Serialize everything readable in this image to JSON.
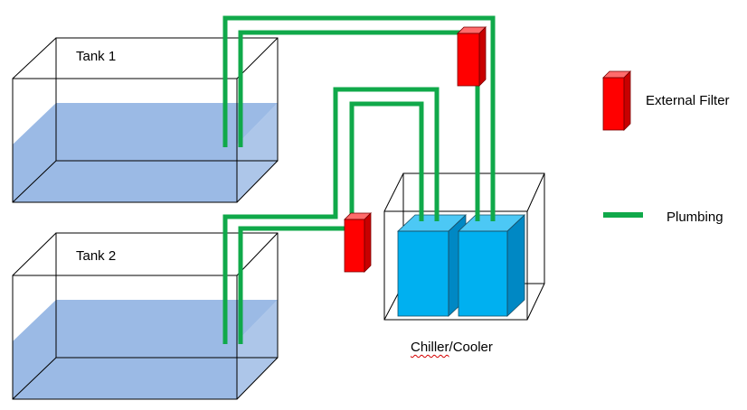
{
  "colors": {
    "pipe": "#10a94a",
    "filter_front": "#ff0000",
    "filter_top": "#ff6b6b",
    "filter_side": "#c80000",
    "unit_front": "#00b0f0",
    "unit_top": "#4cc8f5",
    "unit_side": "#0088c4",
    "water": "#8aaee0",
    "outline": "#000000"
  },
  "tanks": [
    {
      "label": "Tank 1"
    },
    {
      "label": "Tank 2"
    }
  ],
  "chiller": {
    "label_main": "Chiller",
    "label_sep": "/",
    "label_rest": "Cooler"
  },
  "legend": {
    "filter_label": "External Filter",
    "filter_icon": "filter-block-icon",
    "plumbing_label": "Plumbing",
    "plumbing_icon": "pipe-line-icon"
  }
}
